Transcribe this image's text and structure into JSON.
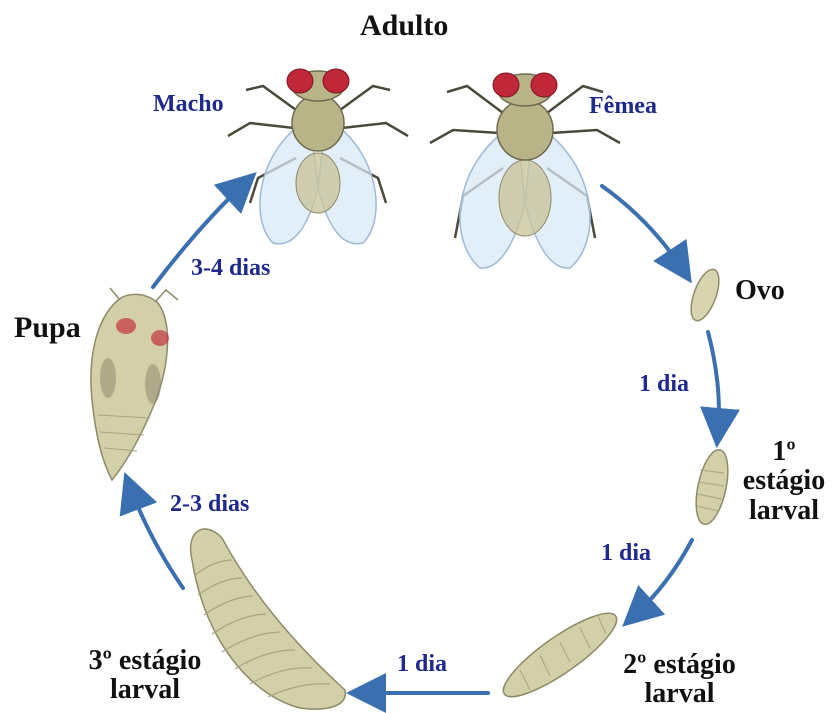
{
  "diagram": {
    "title": "Adulto",
    "stages": {
      "male": "Macho",
      "female": "Fêmea",
      "egg": "Ovo",
      "larva1_line1": "1º",
      "larva1_line2": "estágio",
      "larva1_line3": "larval",
      "larva2_line1": "2º estágio",
      "larva2_line2": "larval",
      "larva3_line1": "3º estágio",
      "larva3_line2": "larval",
      "pupa": "Pupa"
    },
    "durations": {
      "egg_to_l1": "1 dia",
      "l1_to_l2": "1 dia",
      "l2_to_l3": "1 dia",
      "l3_to_pupa": "2-3 dias",
      "pupa_to_adult": "3-4 dias"
    }
  },
  "colors": {
    "arrow": "#3a6fb0",
    "duration_text": "#1f2a8a",
    "stage_text": "#111111",
    "body": "#d3cfa8",
    "body_dark": "#b5b08a",
    "eye": "#c0283a",
    "wing": "#d8e8f6"
  }
}
